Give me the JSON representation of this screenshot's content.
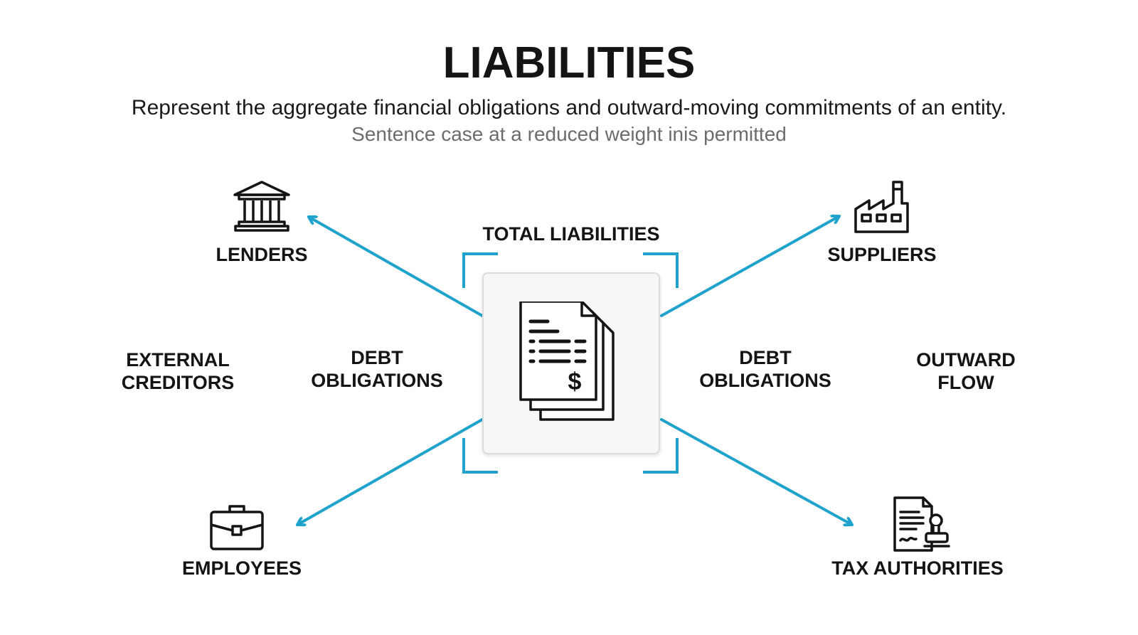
{
  "header": {
    "title": "LIABILITIES",
    "subtitle": "Represent the aggregate financial obligations and outward-moving commitments of an entity.",
    "caption": "Sentence case at a reduced weight inis permitted"
  },
  "center": {
    "label": "TOTAL LIABILITIES",
    "icon": "invoice-stack-dollar-icon"
  },
  "nodes": {
    "lenders": {
      "label": "LENDERS",
      "icon": "bank-icon"
    },
    "suppliers": {
      "label": "SUPPLIERS",
      "icon": "factory-icon"
    },
    "employees": {
      "label": "EMPLOYEES",
      "icon": "briefcase-icon"
    },
    "tax": {
      "label": "TAX AUTHORITIES",
      "icon": "stamped-document-icon"
    }
  },
  "side_labels": {
    "external_line1": "EXTERNAL",
    "external_line2": "CREDITORS",
    "debt_left_line1": "DEBT",
    "debt_left_line2": "OBLIGATIONS",
    "debt_right_line1": "DEBT",
    "debt_right_line2": "OBLIGATIONS",
    "outward_line1": "OUTWARD",
    "outward_line2": "FLOW"
  },
  "colors": {
    "arrow": "#1fa3cc",
    "text": "#141414",
    "caption": "#6c6c6c"
  }
}
